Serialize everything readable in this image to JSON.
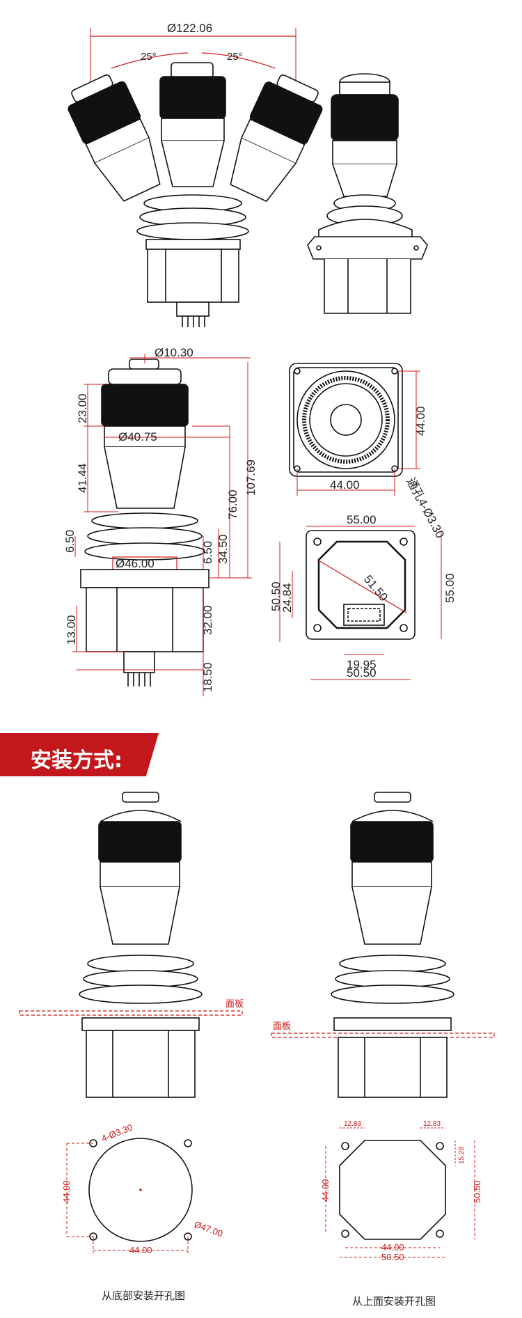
{
  "section_title": "安装方式:",
  "dimensions": {
    "overall_width": "Ø122.06",
    "tilt_left": "25°",
    "tilt_right": "25°",
    "top_button_dia": "Ø10.30",
    "knob_height": "23.00",
    "grip_dia": "Ø40.75",
    "grip_height": "41.44",
    "boot_dia": "Ø46.00",
    "boot_gap": "6.50",
    "height_76": "76.00",
    "height_total": "107.69",
    "flange_gap": "6.50",
    "height_34": "34.50",
    "body_32": "32.00",
    "base_13": "13.00",
    "pins_18": "18.50",
    "top_square_h": "44.00",
    "top_square_w": "44.00",
    "holes_label": "通孔4-Ø3.30",
    "base_width_top": "55.00",
    "base_height_right": "55.00",
    "base_left_outer": "50.50",
    "base_left_inner": "24.84",
    "diag": "51.50",
    "connector": "19.95",
    "base_bottom": "50.50"
  },
  "mounting": {
    "panel_label_left": "面板",
    "panel_label_right": "面板",
    "bottom_holes": "4-Ø3.30",
    "bottom_vertical": "44.00",
    "bottom_horizontal": "44.00",
    "bottom_circle": "Ø47.00",
    "top_corner_left": "12.83",
    "top_corner_right": "12.83",
    "top_corner_side": "15.28",
    "top_vertical": "44.00",
    "top_vertical_outer": "50.50",
    "top_horizontal_inner": "44.00",
    "top_horizontal_outer": "50.50",
    "caption_bottom": "从底部安装开孔图",
    "caption_top": "从上面安装开孔图"
  }
}
